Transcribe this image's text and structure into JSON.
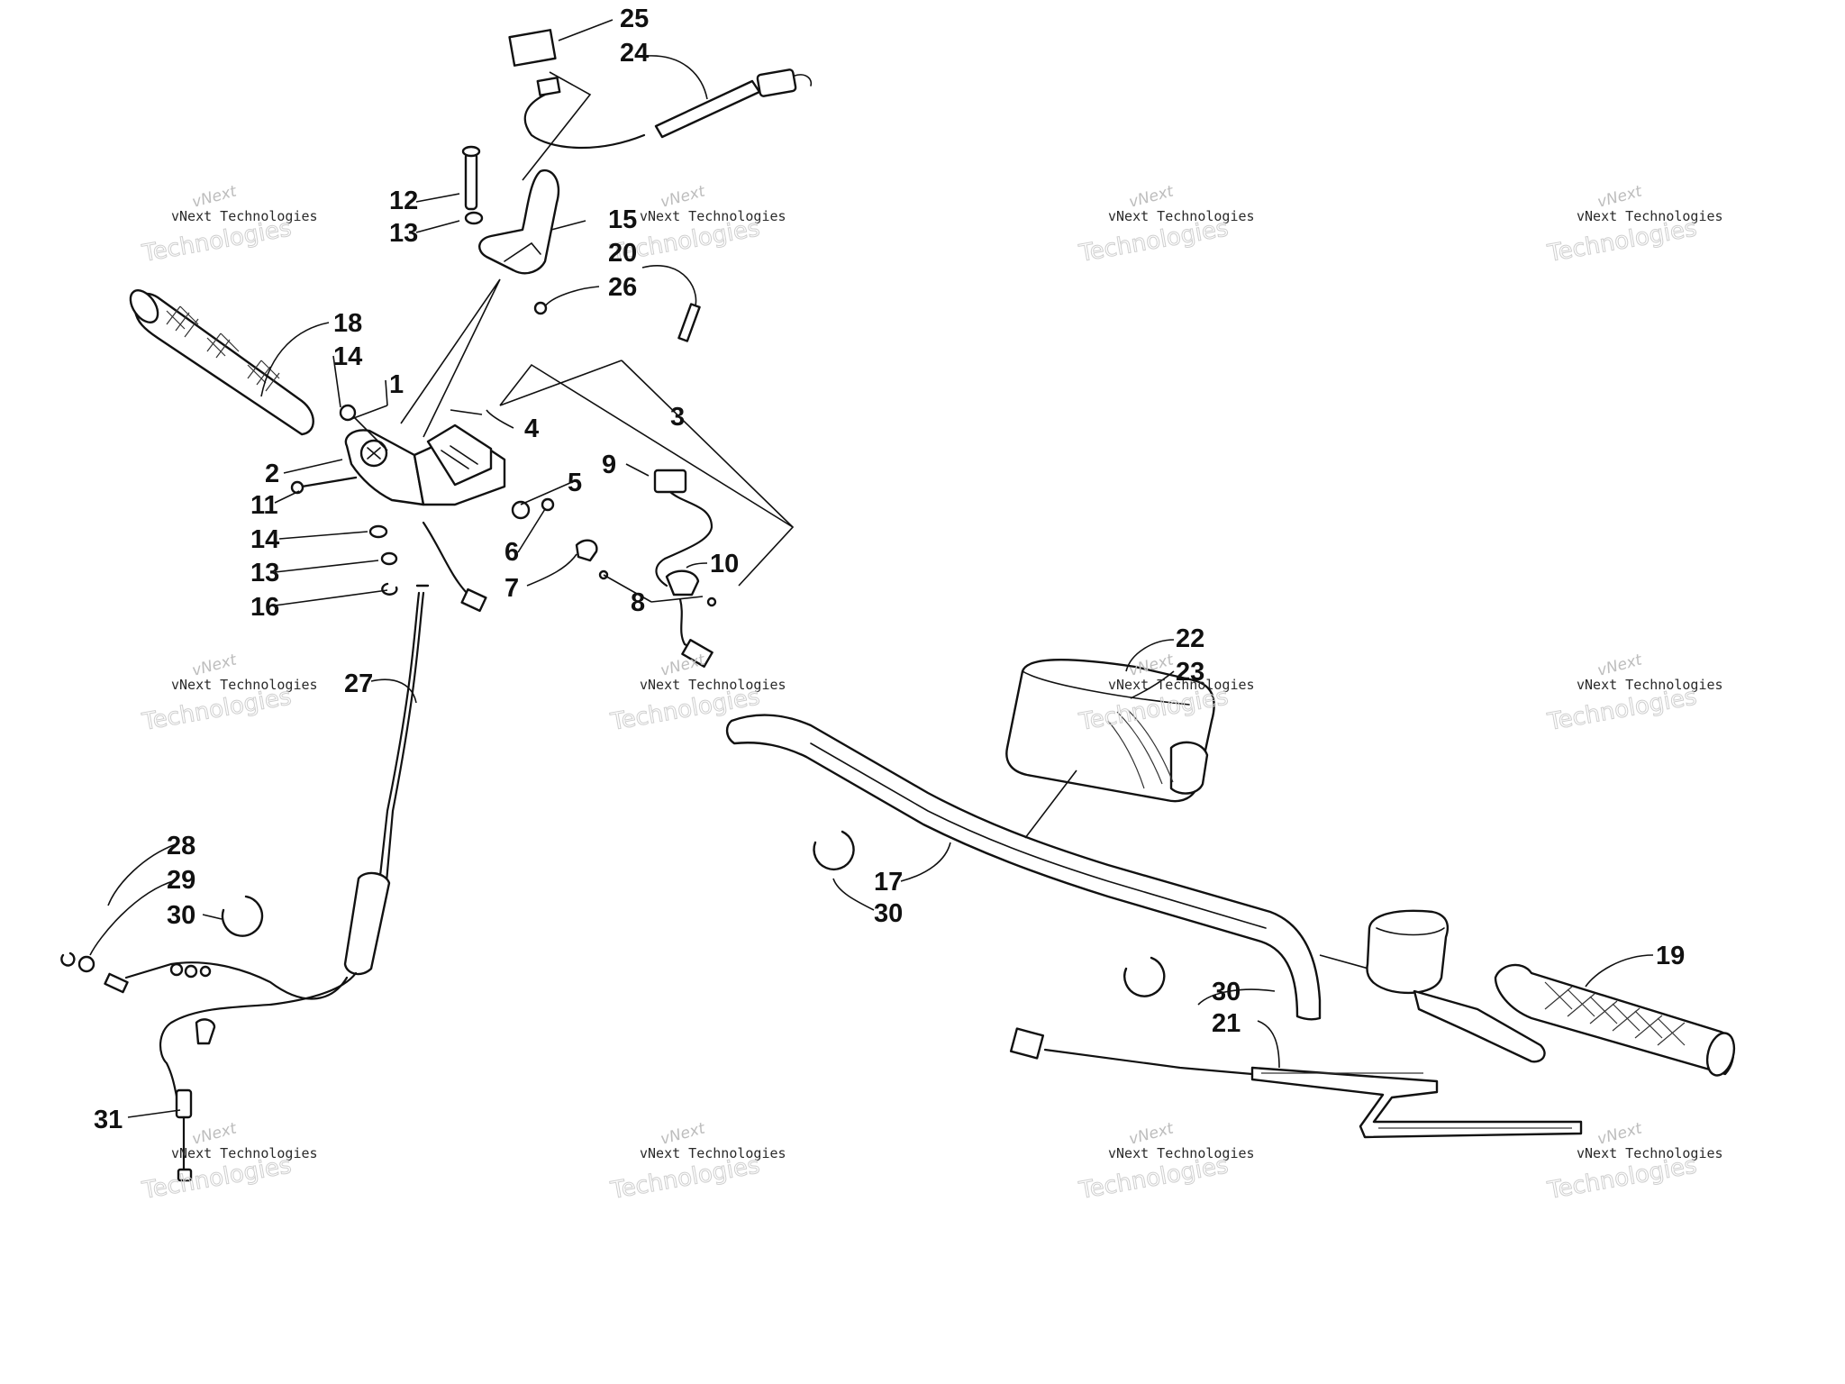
{
  "callouts": {
    "n1": "1",
    "n2": "2",
    "n3": "3",
    "n4": "4",
    "n5": "5",
    "n6": "6",
    "n7": "7",
    "n8": "8",
    "n9": "9",
    "n10": "10",
    "n11": "11",
    "n12": "12",
    "n13a": "13",
    "n13b": "13",
    "n14a": "14",
    "n14b": "14",
    "n15": "15",
    "n16": "16",
    "n17": "17",
    "n18": "18",
    "n19": "19",
    "n20": "20",
    "n21": "21",
    "n22": "22",
    "n23": "23",
    "n24": "24",
    "n25": "25",
    "n26": "26",
    "n27": "27",
    "n28": "28",
    "n29": "29",
    "n30a": "30",
    "n30b": "30",
    "n30c": "30",
    "n31": "31"
  },
  "watermark": {
    "line1": "vNext",
    "line2": "vNext Technologies",
    "line3": "Technologies"
  }
}
